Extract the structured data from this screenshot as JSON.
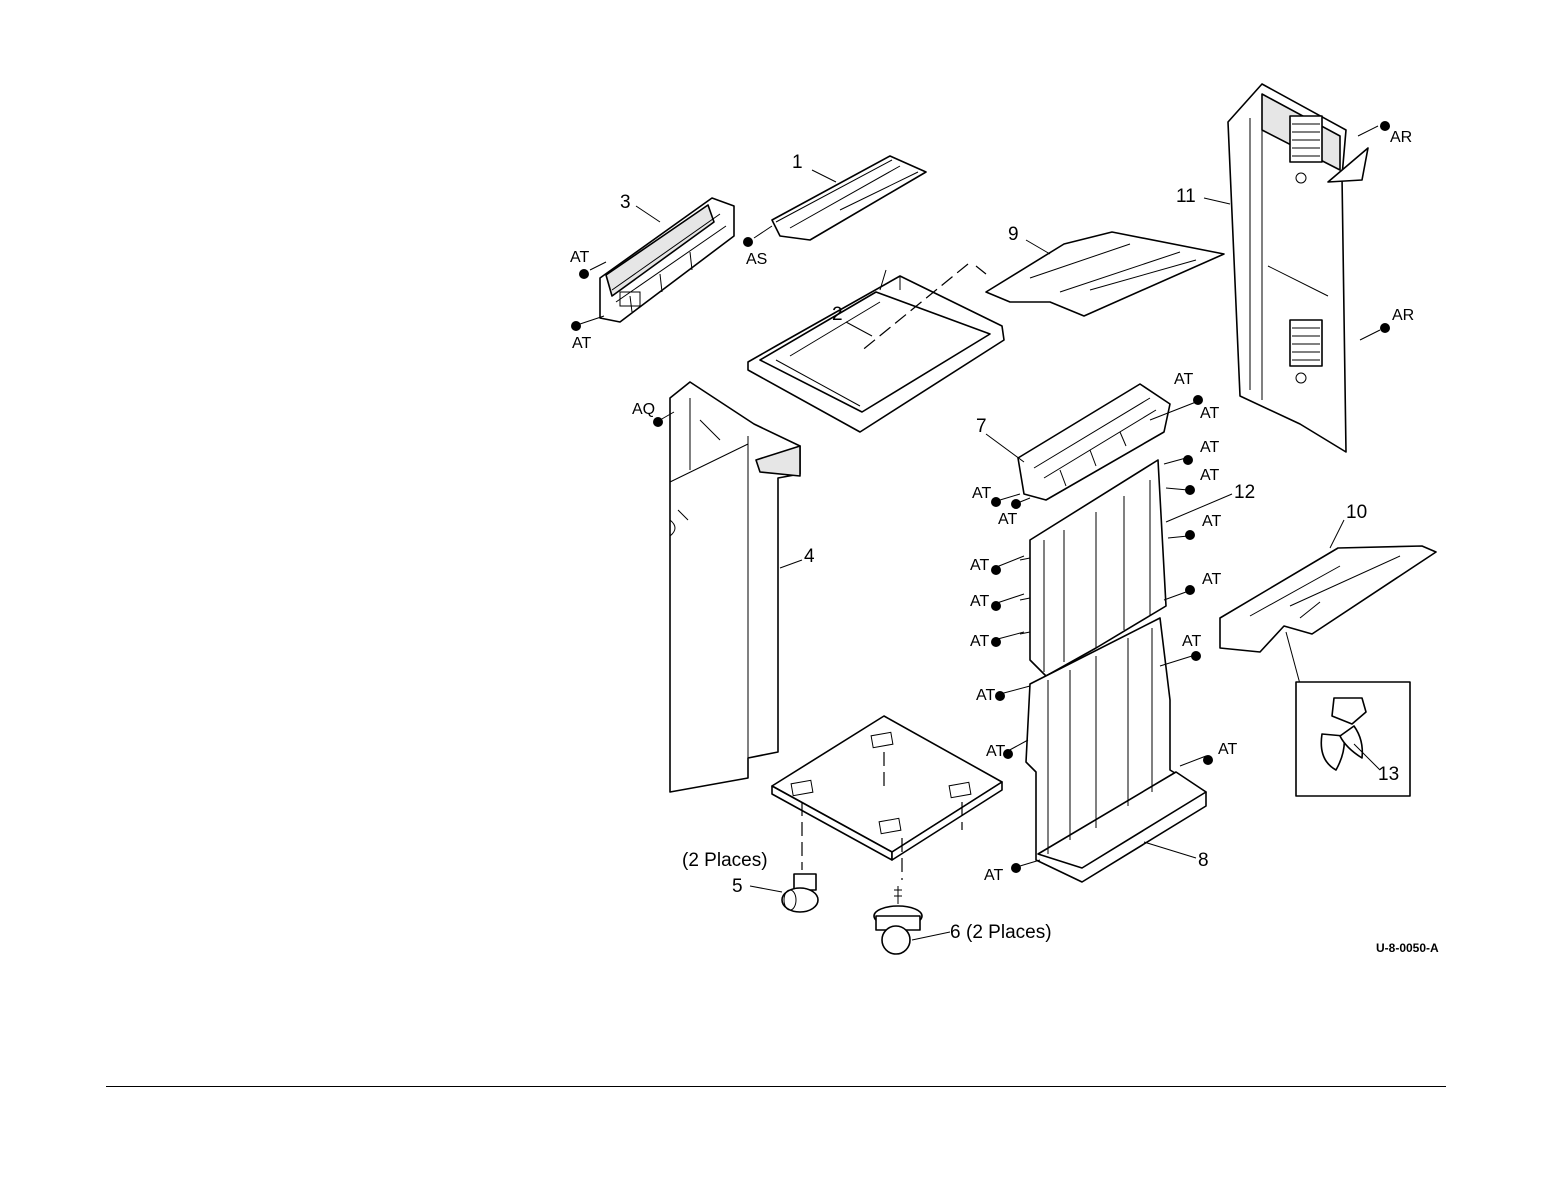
{
  "figure_id": "U-8-0050-A",
  "callouts": {
    "c1": "1",
    "c2": "2",
    "c3": "3",
    "c4": "4",
    "c5": "5",
    "c6": "6",
    "c7": "7",
    "c8": "8",
    "c9": "9",
    "c10": "10",
    "c11": "11",
    "c12": "12",
    "c13": "13"
  },
  "places_note": "(2 Places)",
  "fasteners": {
    "AT": "AT",
    "AS": "AS",
    "AQ": "AQ",
    "AR": "AR"
  }
}
